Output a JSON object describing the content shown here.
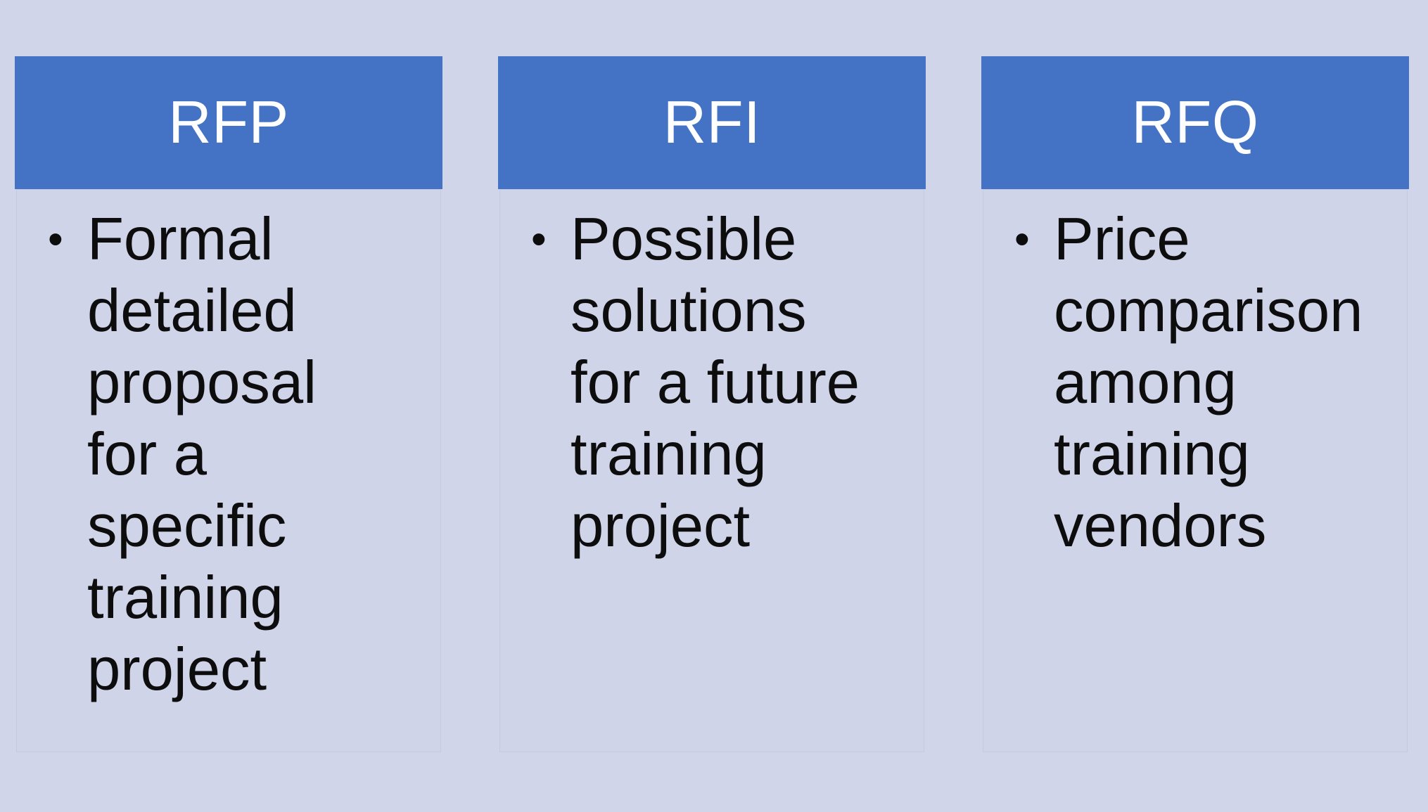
{
  "slide": {
    "kind": "three-column comparison diagram"
  },
  "glyphs": {
    "bullet": "•"
  },
  "colors": {
    "page_bg": "#d0d5ea",
    "header_bg": "#4472c4",
    "header_text": "#ffffff",
    "panel_bg": "#cfd4e9",
    "panel_border": "#c4cae2",
    "body_text": "#0d0d0d"
  },
  "columns": [
    {
      "header": "RFP",
      "body": "Formal\ndetailed\nproposal\nfor a\nspecific\ntraining\nproject"
    },
    {
      "header": "RFI",
      "body": "Possible\nsolutions\nfor a future\ntraining\nproject"
    },
    {
      "header": "RFQ",
      "body": "Price\ncomparison\namong\ntraining\nvendors"
    }
  ]
}
